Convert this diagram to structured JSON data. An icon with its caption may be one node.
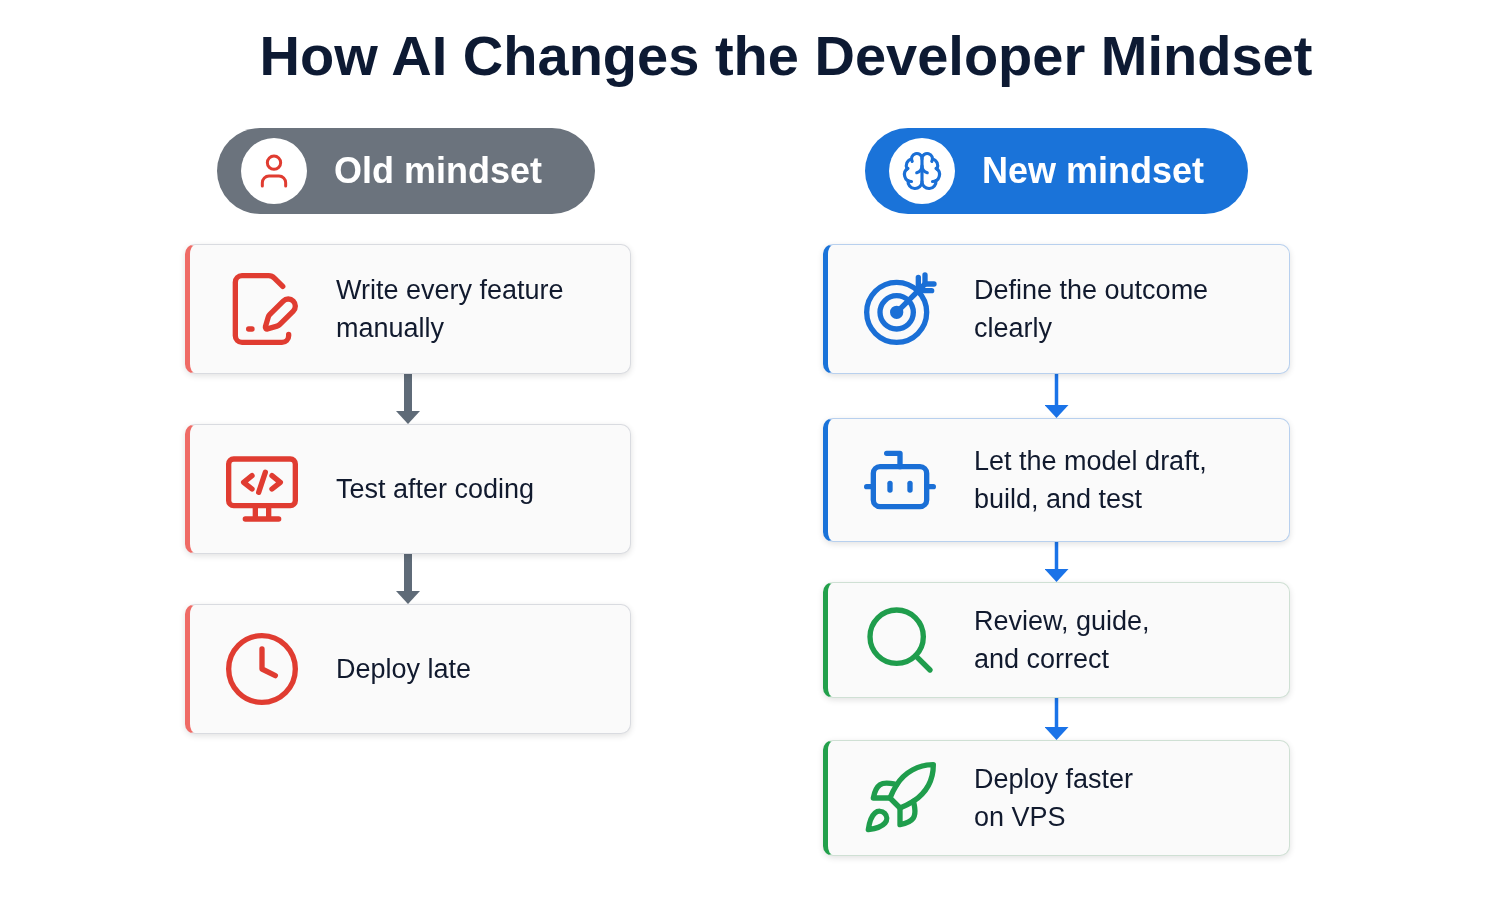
{
  "diagram": {
    "title": "How AI Changes the Developer Mindset",
    "nodes": [
      {
        "text": [
          "Old mindset"
        ]
      },
      {
        "text": [
          "New mindset"
        ]
      },
      {
        "text": [
          "Write every feature manually"
        ]
      },
      {
        "text": [
          "Test after coding"
        ]
      },
      {
        "text": [
          "Deploy late"
        ]
      },
      {
        "text": [
          "Define the outcome clearly"
        ]
      },
      {
        "text": [
          "Let the model draft, build, and test"
        ]
      },
      {
        "text": [
          "Review, guide, and correct"
        ]
      },
      {
        "text": [
          "Deploy faster on VPS"
        ]
      }
    ],
    "edges": [
      {
        "from": 2,
        "to": 3,
        "arrow": "to",
        "style": "thick",
        "color": "#5f6b78"
      },
      {
        "from": 3,
        "to": 4,
        "arrow": "to",
        "style": "thick",
        "color": "#5f6b78"
      },
      {
        "from": 5,
        "to": 6,
        "arrow": "to"
      },
      {
        "from": 6,
        "to": 7,
        "arrow": "to"
      },
      {
        "from": 7,
        "to": 8,
        "arrow": "to"
      }
    ]
  }
}
